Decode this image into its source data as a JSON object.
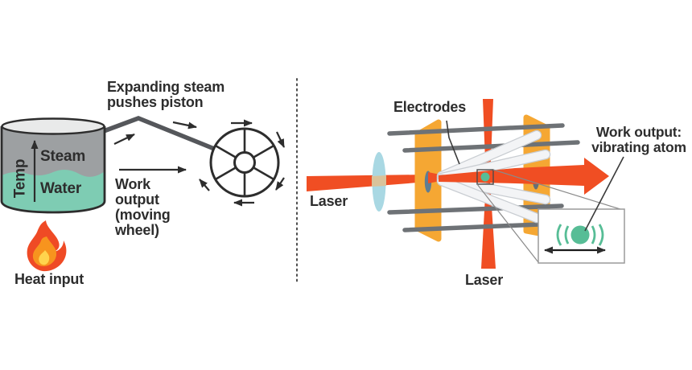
{
  "figure": {
    "title_hint": "Classical steam engine vs single-atom engine diagram",
    "left_panel": {
      "name": "classical-steam-engine",
      "boiler": {
        "temp_axis_label": "Temp",
        "steam_label": "Steam",
        "water_label": "Water"
      },
      "heat_input_label": "Heat input",
      "piston_caption": "Expanding steam\npushes piston",
      "work_caption": "Work\noutput\n(moving\nwheel)"
    },
    "right_panel": {
      "name": "single-atom-engine",
      "electrodes_label": "Electrodes",
      "laser_horizontal_label": "Laser",
      "laser_vertical_label": "Laser",
      "work_caption": "Work output:\nvibrating atom"
    },
    "icons": [
      "flame-icon",
      "wheel-icon",
      "lens-icon",
      "atom-icon",
      "vibration-waves-icon",
      "laser-beam-icon"
    ],
    "colors": {
      "laser_red": "#F04E23",
      "electrode_plate_orange": "#F5A733",
      "rod_gray": "#6E7276",
      "blade_white": "#F3F4F6",
      "blade_outline": "#C9CDD2",
      "lens_blue": "#A9D8E3",
      "lens_beam_tan": "#D9C39B",
      "atom_teal": "#57BD96",
      "water_teal": "#7ECCB3",
      "steam_gray": "#9DA0A2",
      "pot_lid_gray": "#E9EAEA",
      "flame_orange": "#EF4A25",
      "flame_mid": "#F7941E",
      "flame_yellow": "#FFD44D",
      "text": "#2D2D2D"
    }
  }
}
